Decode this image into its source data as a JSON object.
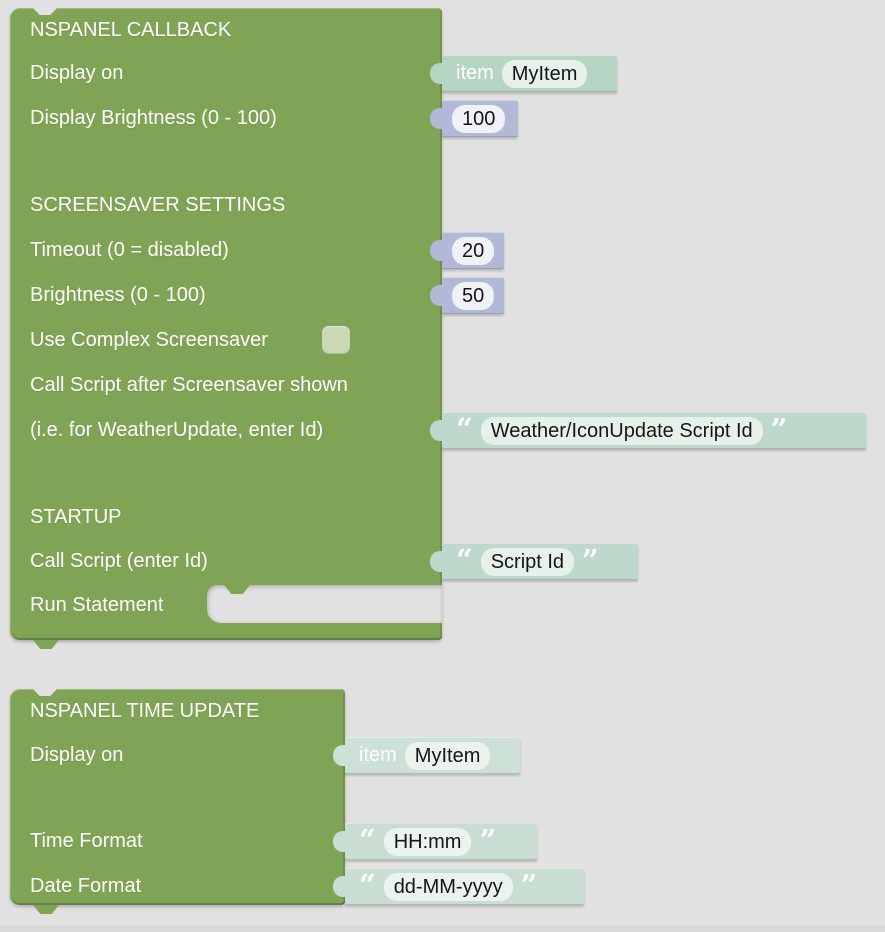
{
  "colors": {
    "workspace_bg": "#e1e1e1",
    "block_green": "#80a456",
    "item_block_bg": "#b7d5c4",
    "item_block_bg_light": "#cde0d5",
    "number_block_bg": "#b2b9d7",
    "string_block_bg": "#bed9cb",
    "string_block_bg_light": "#c9ddd2",
    "field_bg_green": "#e6f1ea",
    "field_bg_green_light": "#eaf3ee",
    "field_bg_white": "#f1f2f8",
    "checkbox_bg": "#c9d9b3"
  },
  "icons": {
    "open_quote": "“",
    "close_quote": "”"
  },
  "callback_block": {
    "title": "NSPANEL CALLBACK",
    "labels": {
      "display_on": "Display on",
      "display_brightness": "Display Brightness (0 - 100)",
      "screensaver_heading": "SCREENSAVER SETTINGS",
      "timeout": "Timeout (0 = disabled)",
      "brightness": "Brightness (0 - 100)",
      "use_complex_screensaver": "Use Complex Screensaver",
      "call_script_line1": "Call Script after Screensaver shown",
      "call_script_line2": "(i.e. for WeatherUpdate, enter Id)",
      "startup_heading": "STARTUP",
      "startup_call_script": "Call Script (enter Id)",
      "run_statement": "Run Statement"
    },
    "values": {
      "display_on_item_label": "item",
      "display_on_item_value": "MyItem",
      "display_brightness": "100",
      "timeout": "20",
      "brightness": "50",
      "use_complex_screensaver_checked": false,
      "screensaver_script_id": "Weather/IconUpdate Script Id",
      "startup_script_id": "Script Id"
    }
  },
  "time_update_block": {
    "title": "NSPANEL TIME UPDATE",
    "labels": {
      "display_on": "Display on",
      "time_format": "Time Format",
      "date_format": "Date Format"
    },
    "values": {
      "display_on_item_label": "item",
      "display_on_item_value": "MyItem",
      "time_format": "HH:mm",
      "date_format": "dd-MM-yyyy"
    }
  }
}
